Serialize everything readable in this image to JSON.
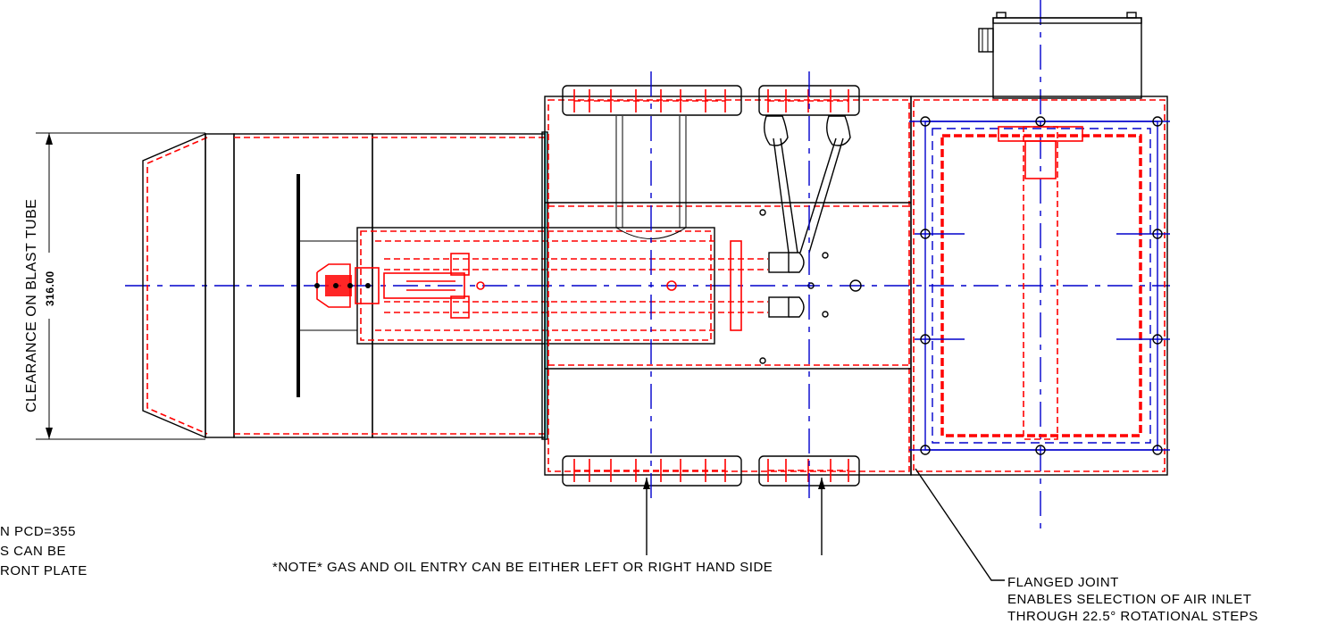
{
  "dimension": {
    "label": "CLEARANCE ON BLAST TUBE",
    "value": "316.00"
  },
  "notes": {
    "left_note_lines": [
      "N  PCD=355",
      "S  CAN  BE",
      "RONT  PLATE"
    ],
    "entry_note": "*NOTE*  GAS  AND  OIL  ENTRY  CAN  BE  EITHER  LEFT  OR  RIGHT  HAND  SIDE",
    "flange_note_lines": [
      "FLANGED  JOINT",
      "ENABLES  SELECTION  OF  AIR  INLET",
      "THROUGH  22.5°  ROTATIONAL  STEPS"
    ]
  },
  "colors": {
    "outline": "#000000",
    "hidden_parts": "#ff0000",
    "centerlines": "#0000cc"
  }
}
